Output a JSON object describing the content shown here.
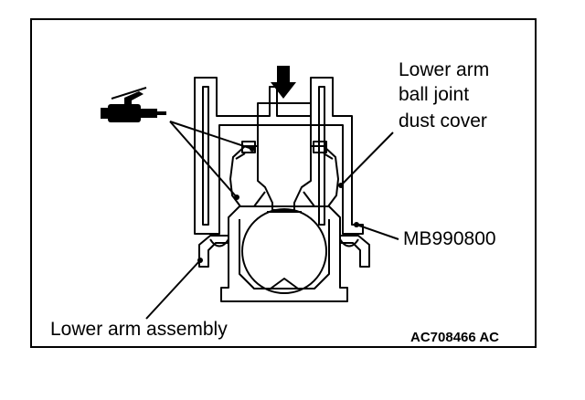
{
  "labels": {
    "dust_cover": [
      "Lower arm",
      "ball joint",
      "dust cover"
    ],
    "tool": "MB990800",
    "assembly": "Lower arm assembly",
    "figure_code": "AC708466 AC"
  },
  "icons": {
    "grease": "grease-gun-icon",
    "press": "down-arrow-icon"
  },
  "colors": {
    "line": "#000000",
    "background": "#ffffff"
  }
}
